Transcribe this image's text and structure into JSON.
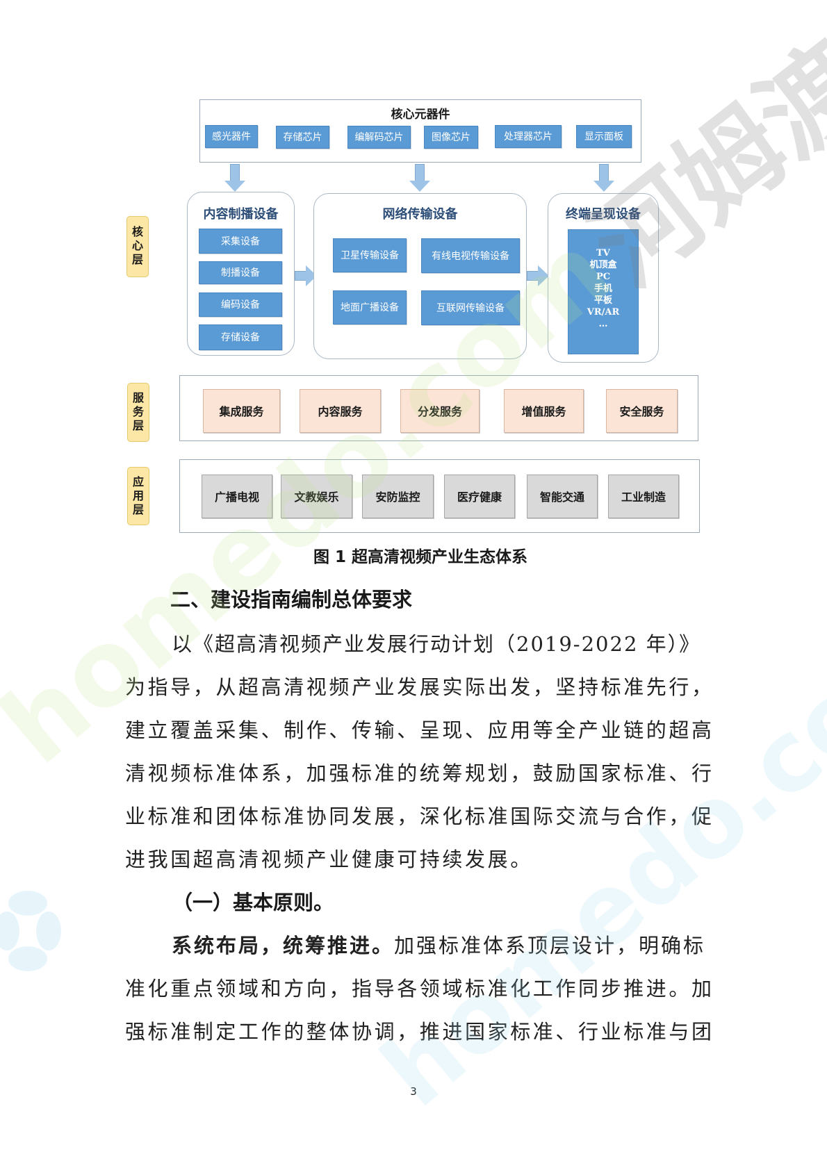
{
  "diagram": {
    "core_components": {
      "title": "核心元器件",
      "items": [
        "感光器件",
        "存储芯片",
        "编解码芯片",
        "图像芯片",
        "处理器芯片",
        "显示面板"
      ]
    },
    "layers": {
      "core": "核心层",
      "service": "服务层",
      "application": "应用层"
    },
    "content_equipment": {
      "title": "内容制播设备",
      "items": [
        "采集设备",
        "制播设备",
        "编码设备",
        "存储设备"
      ]
    },
    "network_equipment": {
      "title": "网络传输设备",
      "items": [
        "卫星传输设备",
        "有线电视传输设备",
        "地面广播设备",
        "互联网传输设备"
      ]
    },
    "terminal_equipment": {
      "title": "终端呈现设备",
      "items": [
        "TV",
        "机顶盒",
        "PC",
        "手机",
        "平板",
        "VR/AR",
        "…"
      ]
    },
    "services": [
      "集成服务",
      "内容服务",
      "分发服务",
      "增值服务",
      "安全服务"
    ],
    "applications": [
      "广播电视",
      "文教娱乐",
      "安防监控",
      "医疗健康",
      "智能交通",
      "工业制造"
    ],
    "caption": "图 1  超高清视频产业生态体系",
    "colors": {
      "chip_blue": "#5b9bd5",
      "arrow_blue": "#9dc3e6",
      "service_peach": "#fbe4d5",
      "app_gray": "#d9d9d9",
      "layer_tag_yellow": "#fce7a6"
    }
  },
  "section": {
    "heading": "二、建设指南编制总体要求",
    "paragraph_lines": [
      "以《超高清视频产业发展行动计划（2019-2022 年）》",
      "为指导，从超高清视频产业发展实际出发，坚持标准先行，",
      "建立覆盖采集、制作、传输、呈现、应用等全产业链的超高",
      "清视频标准体系，加强标准的统筹规划，鼓励国家标准、行",
      "业标准和团体标准协同发展，深化标准国际交流与合作，促",
      "进我国超高清视频产业健康可持续发展。"
    ],
    "subheading": "（一）基本原则。",
    "principle": {
      "bold_lead": "系统布局，统筹推进。",
      "first_line_rest": "加强标准体系顶层设计，明确标",
      "lines": [
        "准化重点领域和方向，指导各领域标准化工作同步推进。加",
        "强标准制定工作的整体协调，推进国家标准、行业标准与团"
      ]
    }
  },
  "page_number": "3",
  "watermark": {
    "text": "河姆渡",
    "url_text": "homedo.com"
  }
}
